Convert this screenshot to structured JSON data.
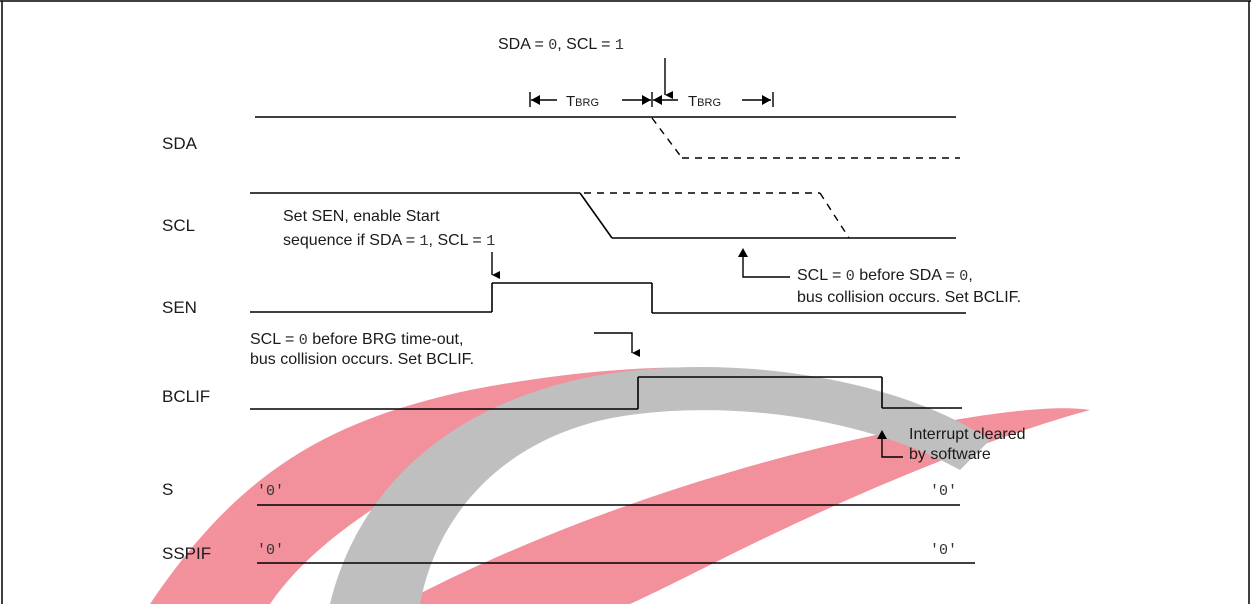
{
  "signals": {
    "sda": "SDA",
    "scl": "SCL",
    "sen": "SEN",
    "bclif": "BCLIF",
    "s": "S",
    "sspif": "SSPIF"
  },
  "top_annotation": {
    "part1": "SDA = ",
    "val1": "0",
    "part2": ", SCL = ",
    "val2": "1"
  },
  "tbrg": {
    "t": "T",
    "sub": "BRG"
  },
  "set_sen": {
    "line1": "Set SEN, enable Start",
    "line2_part1": "sequence if SDA = ",
    "line2_val1": "1",
    "line2_part2": ", SCL = ",
    "line2_val2": "1"
  },
  "scl_collision": {
    "line1_part1": "SCL = ",
    "line1_val1": "0",
    "line1_part2": " before SDA = ",
    "line1_val2": "0",
    "line1_part3": ",",
    "line2": "bus collision occurs. Set BCLIF."
  },
  "brg_collision": {
    "line1_part1": "SCL = ",
    "line1_val": "0",
    "line1_part2": " before BRG time-out,",
    "line2": "bus collision occurs. Set BCLIF."
  },
  "interrupt": {
    "line1": "Interrupt cleared",
    "line2": "by software"
  },
  "values": {
    "s_start": "'0'",
    "s_end": "'0'",
    "sspif_start": "'0'",
    "sspif_end": "'0'"
  },
  "colors": {
    "watermark_red": "#e9374a",
    "watermark_gray": "#8c8c8c"
  }
}
